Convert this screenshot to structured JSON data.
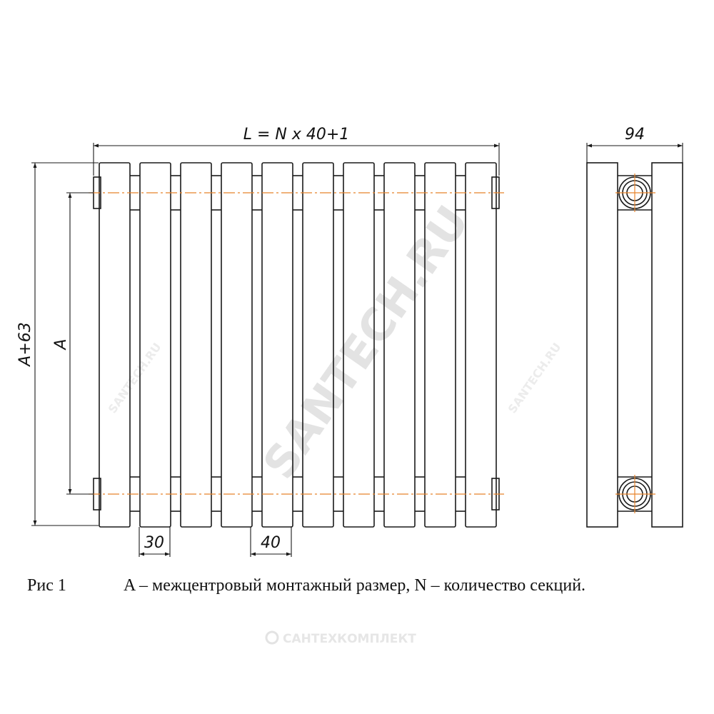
{
  "dimensions": {
    "total_length": "L = N x 40+1",
    "depth": "94",
    "overall_height": "A+63",
    "center_distance": "A",
    "section_width": "30",
    "section_pitch": "40"
  },
  "section_count": 10,
  "caption": {
    "figure": "Рис 1",
    "text": "A – межцентровый монтажный размер, N – количество секций."
  },
  "watermarks": {
    "main": "SANTECH.RU",
    "small": "SANTECH.RU",
    "bottom": "САНТЕХКОМПЛЕКТ"
  },
  "colors": {
    "line": "#1a1a1a",
    "centerline": "#e8842a",
    "watermark": "#dcdcdc"
  }
}
